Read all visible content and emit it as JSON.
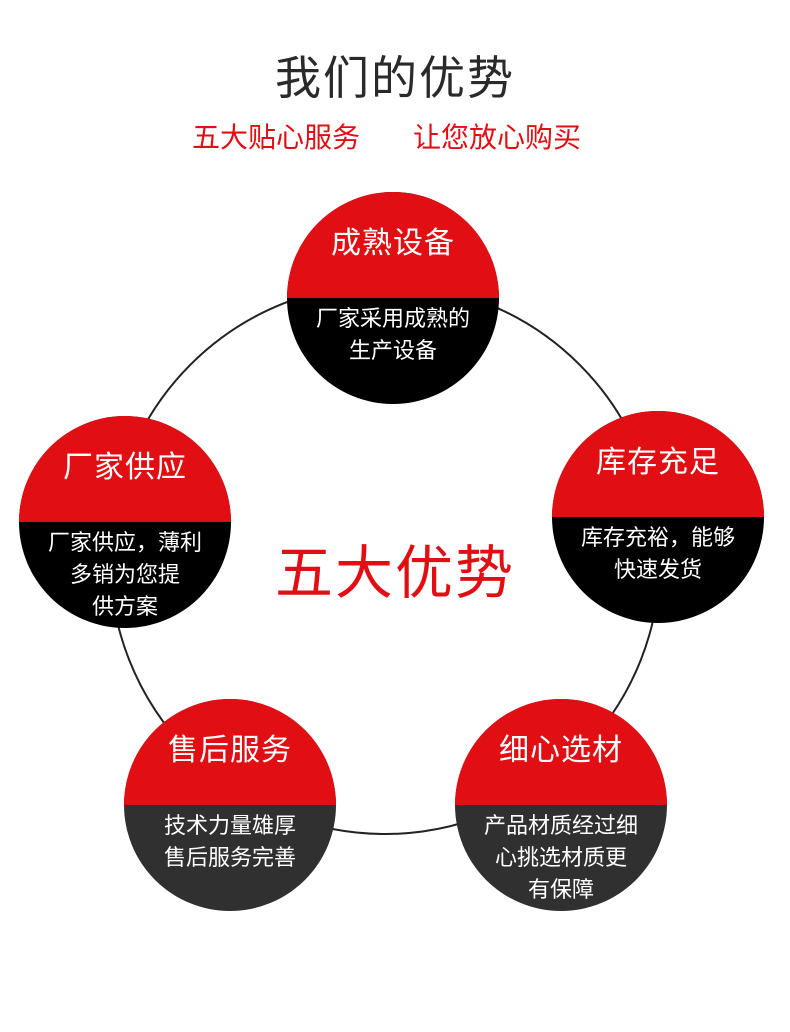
{
  "header": {
    "title": "我们的优势",
    "subtitle_left": "五大贴心服务",
    "subtitle_right": "让您放心购买"
  },
  "center_label": "五大优势",
  "nodes": [
    {
      "heading": "成熟设备",
      "lines": [
        "厂家采用成熟的",
        "生产设备"
      ]
    },
    {
      "heading": "库存充足",
      "lines": [
        "库存充裕，能够",
        "快速发货"
      ]
    },
    {
      "heading": "厂家供应",
      "lines": [
        "厂家供应，薄利",
        "多销为您提",
        "供方案"
      ]
    },
    {
      "heading": "售后服务",
      "lines": [
        "技术力量雄厚",
        "售后服务完善"
      ]
    },
    {
      "heading": "细心选材",
      "lines": [
        "产品材质经过细",
        "心挑选材质更",
        "有保障"
      ]
    }
  ],
  "colors": {
    "accent_red": "#e10f14",
    "dark": "#000000",
    "dark_gray": "#303030"
  }
}
